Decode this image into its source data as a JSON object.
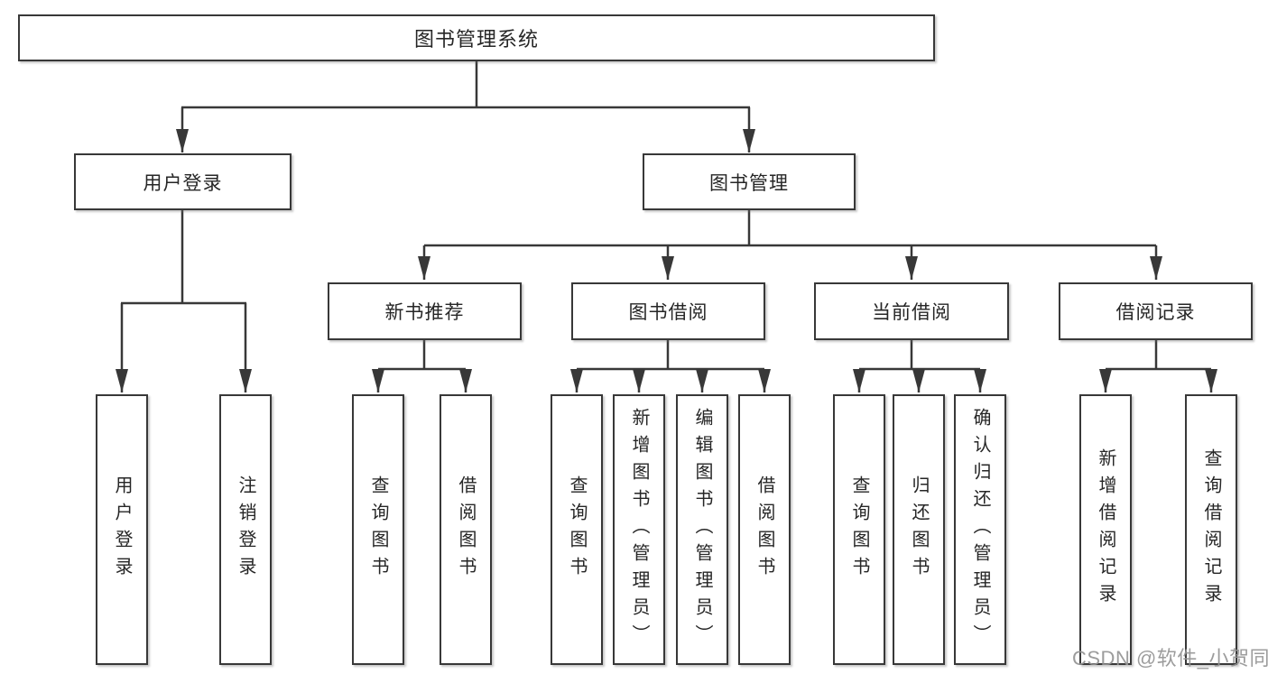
{
  "tree": {
    "root": "图书管理系统",
    "children": [
      {
        "label": "用户登录",
        "children": [
          {
            "label": "用户登录"
          },
          {
            "label": "注销登录"
          }
        ]
      },
      {
        "label": "图书管理",
        "children": [
          {
            "label": "新书推荐",
            "children": [
              {
                "label": "查询图书"
              },
              {
                "label": "借阅图书"
              }
            ]
          },
          {
            "label": "图书借阅",
            "children": [
              {
                "label": "查询图书"
              },
              {
                "label": "新增图书（管理员）"
              },
              {
                "label": "编辑图书（管理员）"
              },
              {
                "label": "借阅图书"
              }
            ]
          },
          {
            "label": "当前借阅",
            "children": [
              {
                "label": "查询图书"
              },
              {
                "label": "归还图书"
              },
              {
                "label": "确认归还（管理员）"
              }
            ]
          },
          {
            "label": "借阅记录",
            "children": [
              {
                "label": "新增借阅记录"
              },
              {
                "label": "查询借阅记录"
              }
            ]
          }
        ]
      }
    ]
  },
  "watermark": {
    "text": "CSDN @软件_小贺同学"
  },
  "colors": {
    "line": "#383838",
    "box_border": "#383838",
    "text": "#262626",
    "watermark": "#949494",
    "background": "#ffffff"
  }
}
